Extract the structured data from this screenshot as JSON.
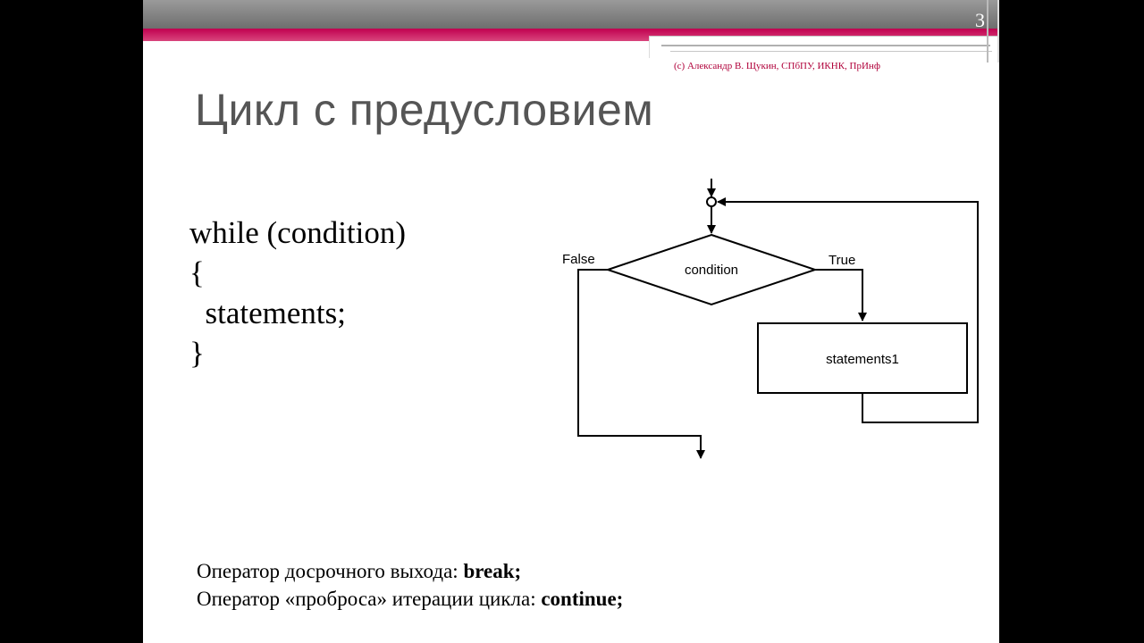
{
  "slide": {
    "number": "3",
    "copyright": "(c) Александр В. Щукин, СПбПУ, ИКНК, ПрИнф",
    "title": "Цикл с предусловием"
  },
  "code": {
    "line1": "while (condition)",
    "line2": "{",
    "line3": "  statements;",
    "line4": "}"
  },
  "flowchart": {
    "false_label": "False",
    "true_label": "True",
    "condition_label": "condition",
    "statements_label": "statements1"
  },
  "notes": {
    "break_prefix": "Оператор досрочного выхода: ",
    "break_keyword": "break;",
    "continue_prefix": "Оператор «проброса» итерации цикла: ",
    "continue_keyword": "continue;"
  }
}
